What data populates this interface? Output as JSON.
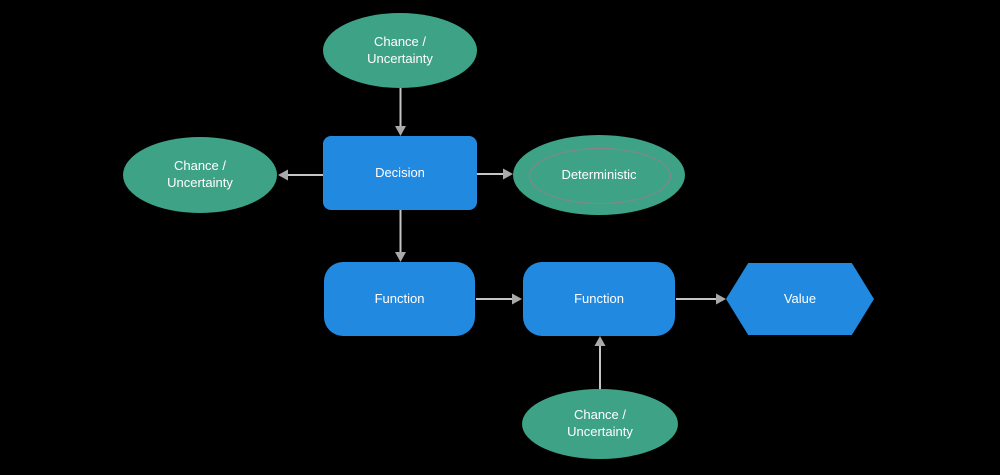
{
  "diagram": {
    "background": "#000000",
    "colors": {
      "chance_fill": "#3ea287",
      "process_fill": "#2189e0",
      "connector_line": "#c5c5c5",
      "connector_head": "#a9a9a9",
      "deterministic_ring": "#91808f",
      "label_text": "#ffffff"
    },
    "nodes": {
      "chance_top": {
        "shape": "ellipse",
        "label": "Chance / Uncertainty"
      },
      "chance_left": {
        "shape": "ellipse",
        "label": "Chance / Uncertainty"
      },
      "decision": {
        "shape": "rectangle",
        "label": "Decision"
      },
      "deterministic": {
        "shape": "double-ellipse",
        "label": "Deterministic"
      },
      "function_left": {
        "shape": "rounded-rectangle",
        "label": "Function"
      },
      "function_mid": {
        "shape": "rounded-rectangle",
        "label": "Function"
      },
      "value": {
        "shape": "hexagon",
        "label": "Value"
      },
      "chance_bottom": {
        "shape": "ellipse",
        "label": "Chance / Uncertainty"
      }
    },
    "connectors": {
      "edges": [
        {
          "from": "chance_top",
          "to": "decision",
          "direction": "down"
        },
        {
          "from": "decision",
          "to": "chance_left",
          "direction": "left"
        },
        {
          "from": "decision",
          "to": "deterministic",
          "direction": "right"
        },
        {
          "from": "decision",
          "to": "function_left",
          "direction": "down"
        },
        {
          "from": "function_left",
          "to": "function_mid",
          "direction": "right"
        },
        {
          "from": "function_mid",
          "to": "value",
          "direction": "right"
        },
        {
          "from": "chance_bottom",
          "to": "function_mid",
          "direction": "up"
        }
      ]
    }
  }
}
